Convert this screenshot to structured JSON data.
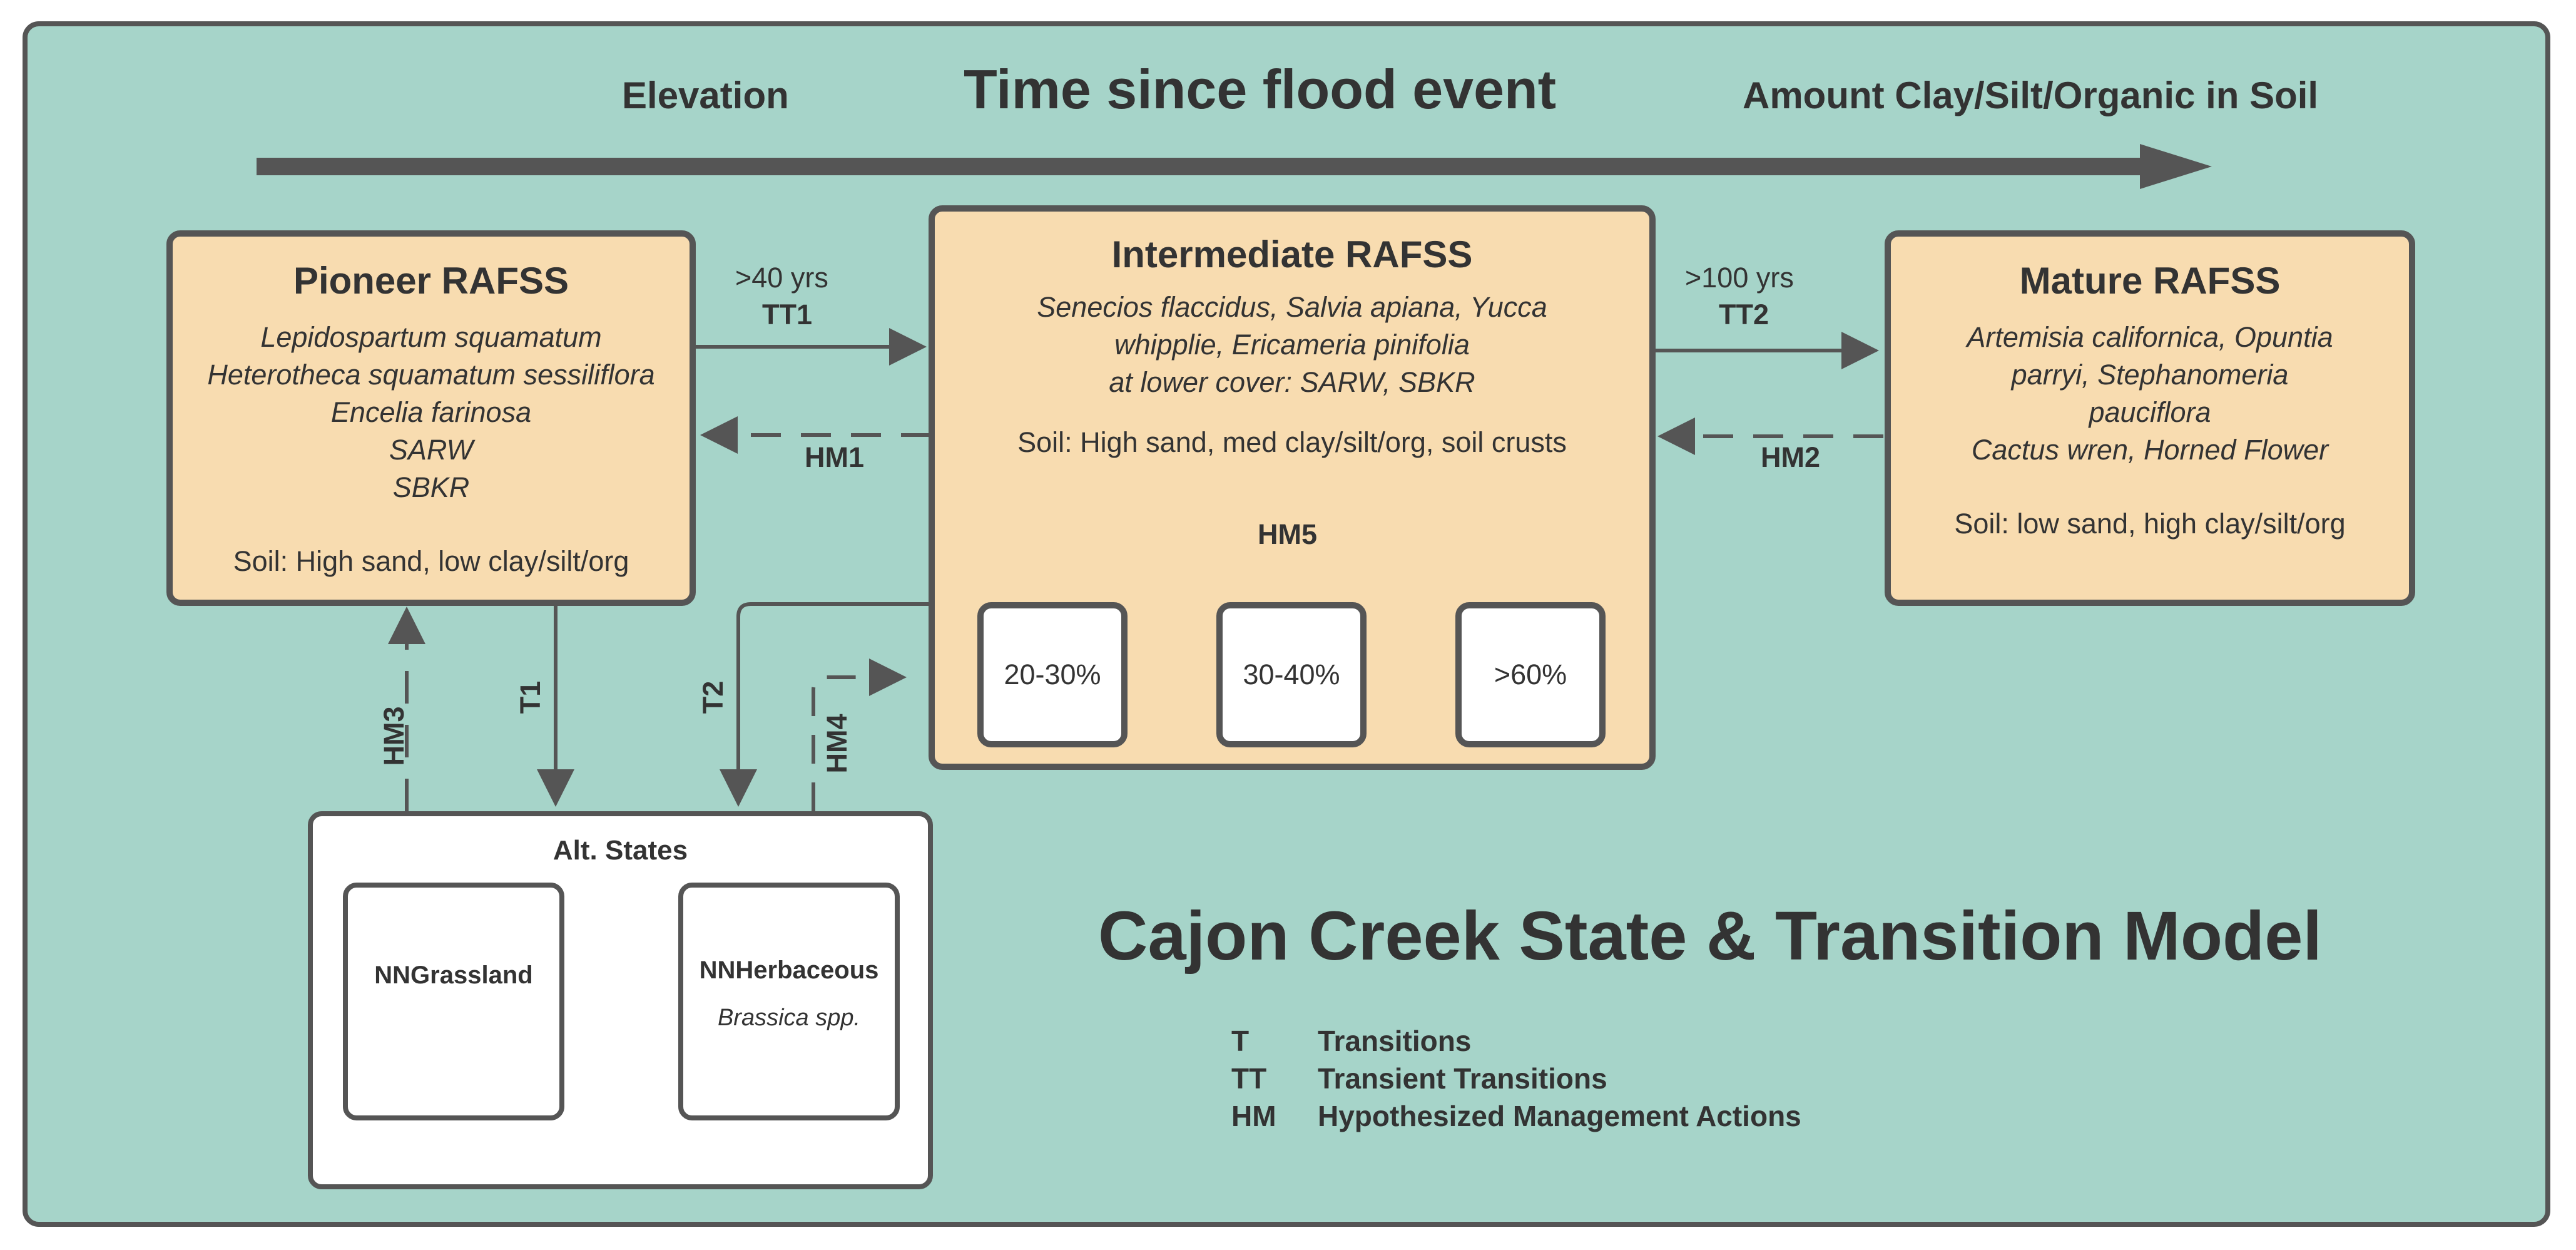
{
  "header": {
    "left": "Elevation",
    "center": "Time since flood event",
    "right": "Amount Clay/Silt/Organic in Soil"
  },
  "states": {
    "pioneer": {
      "title": "Pioneer RAFSS",
      "species": [
        "Lepidospartum squamatum",
        "Heterotheca squamatum sessiliflora",
        "Encelia farinosa",
        "SARW",
        "SBKR"
      ],
      "soil": "Soil: High sand, low clay/silt/org"
    },
    "intermediate": {
      "title": "Intermediate RAFSS",
      "species": [
        "Senecios flaccidus, Salvia apiana, Yucca",
        "whipplie, Ericameria pinifolia",
        "at lower cover: SARW, SBKR"
      ],
      "soil": "Soil: High sand,  med clay/silt/org, soil crusts",
      "covers": [
        "20-30%",
        "30-40%",
        ">60%"
      ]
    },
    "mature": {
      "title": "Mature RAFSS",
      "species": [
        "Artemisia californica, Opuntia",
        "parryi, Stephanomeria",
        "pauciflora",
        "Cactus wren, Horned Flower"
      ],
      "soil": "Soil: low sand, high clay/silt/org"
    }
  },
  "alt_states": {
    "title": "Alt. States",
    "grassland": "NNGrassland",
    "herbaceous": "NNHerbaceous",
    "herbaceous_species": "Brassica spp."
  },
  "transitions": {
    "tt1_time": ">40 yrs",
    "tt1": "TT1",
    "tt2_time": ">100 yrs",
    "tt2": "TT2",
    "hm1": "HM1",
    "hm2": "HM2",
    "hm3": "HM3",
    "hm4": "HM4",
    "hm5": "HM5",
    "t1": "T1",
    "t2": "T2"
  },
  "title": "Cajon Creek State & Transition Model",
  "legend": [
    {
      "code": "T",
      "text": "Transitions"
    },
    {
      "code": "TT",
      "text": "Transient Transitions"
    },
    {
      "code": "HM",
      "text": "Hypothesized Management Actions"
    }
  ],
  "colors": {
    "background": "#a6d4c9",
    "state_fill": "#f8dcb0",
    "stroke": "#555555",
    "text": "#333333"
  }
}
